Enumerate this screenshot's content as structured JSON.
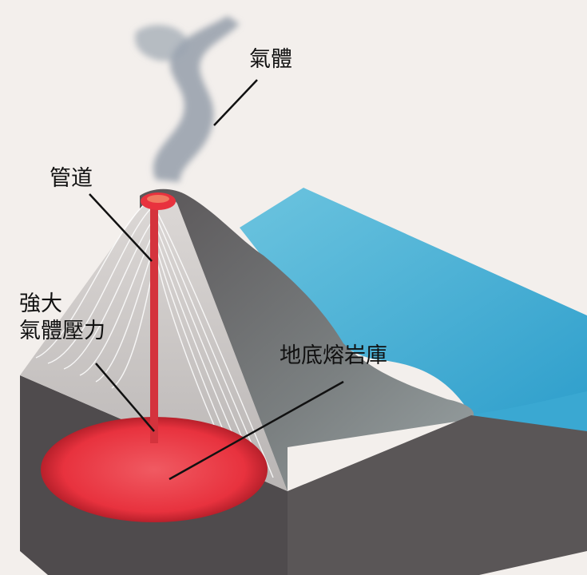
{
  "labels": {
    "gas": "氣體",
    "conduit": "管道",
    "pressure_line1": "強大",
    "pressure_line2": "氣體壓力",
    "magma_chamber": "地底熔岩庫"
  },
  "colors": {
    "background": "#f3efec",
    "magma": "#e8323e",
    "sea": "#4fb3d6",
    "rock_block": "#4f4b4d",
    "volcano_cutaway": "#cfcbc9",
    "smoke": "#8f99a6"
  }
}
